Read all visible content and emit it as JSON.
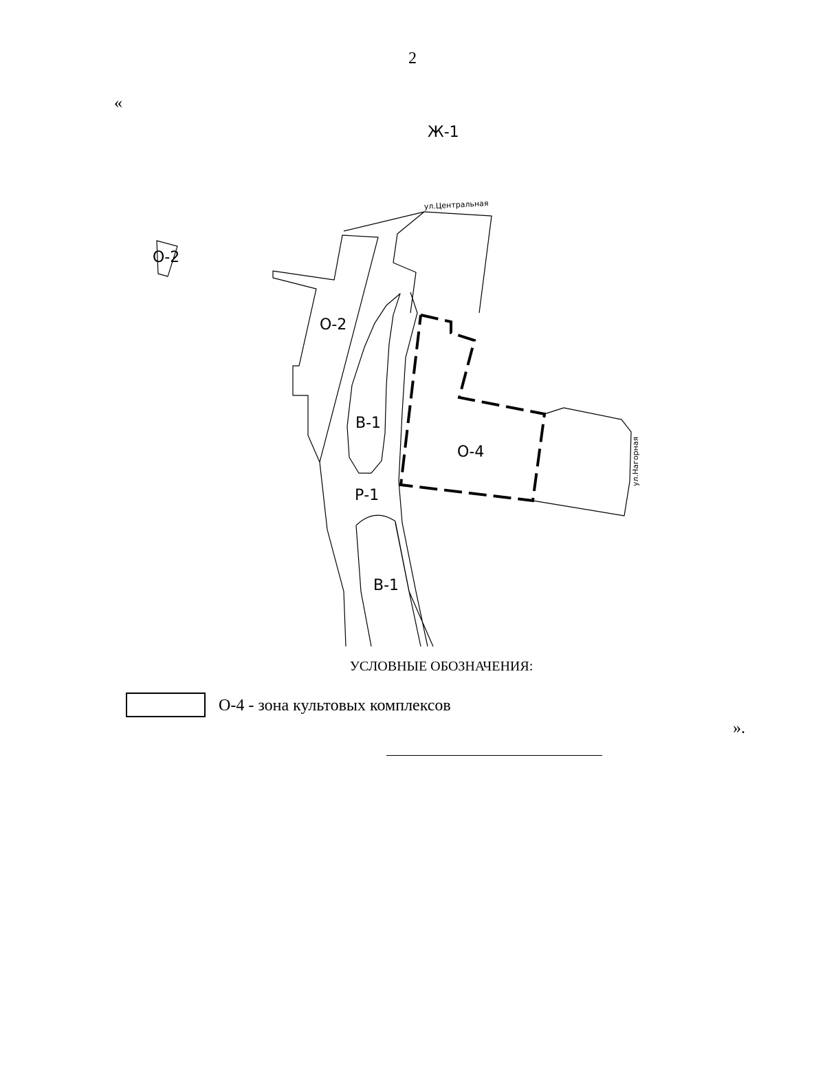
{
  "document": {
    "page_number": "2",
    "open_quote": "«",
    "close_quote": "».",
    "legend_title": "УСЛОВНЫЕ ОБОЗНАЧЕНИЯ:",
    "legend_item_text": "О-4 - зона культовых комплексов"
  },
  "map": {
    "zone_labels": {
      "zh1": "Ж-1",
      "o2_edge": "О-2",
      "o2": "О-2",
      "v1_upper": "В-1",
      "o4": "О-4",
      "r1": "Р-1",
      "v1_lower": "В-1"
    },
    "street_labels": {
      "central": "ул.Центральная",
      "nagornaya": "ул.Нагорная"
    },
    "colors": {
      "line": "#000000",
      "background": "#ffffff"
    }
  }
}
